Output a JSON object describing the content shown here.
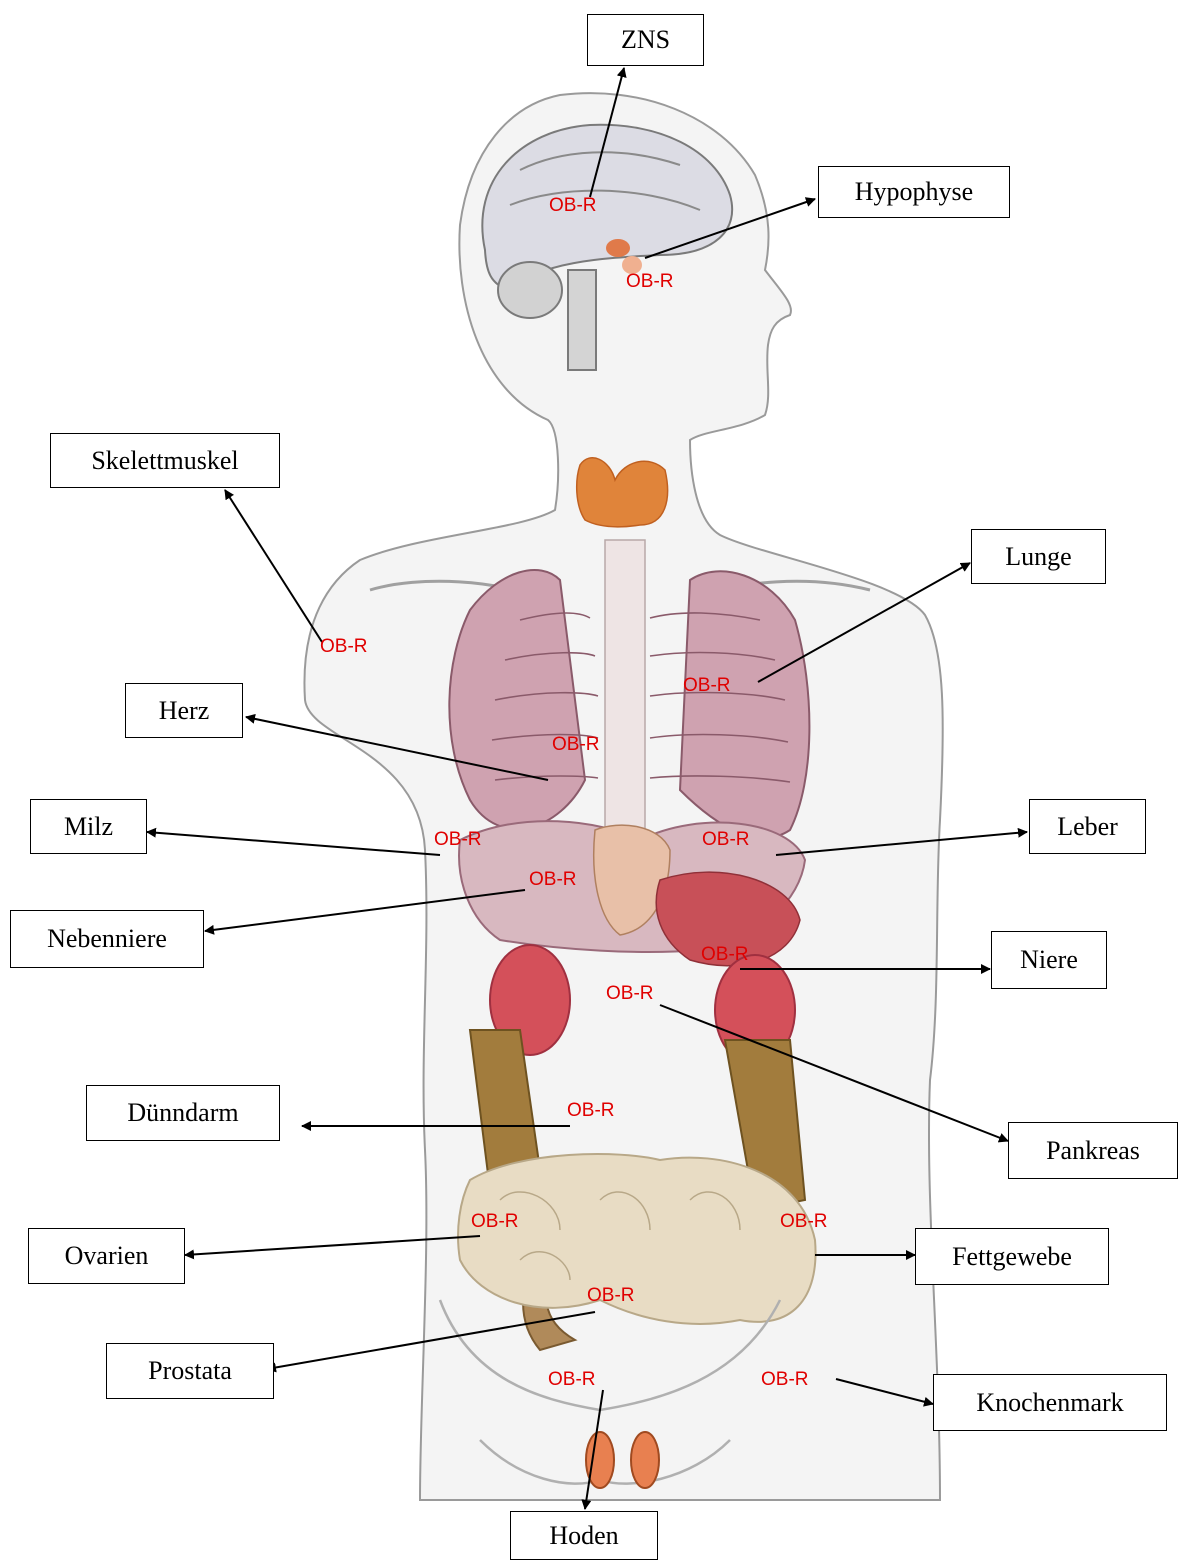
{
  "colors": {
    "receptor_text": "#e00000",
    "outline": "#9a9a9a",
    "lung": "#cfa2b0",
    "kidney": "#d4505a",
    "colon": "#a27c3d",
    "thyroid": "#e0843a",
    "label_border": "#000000"
  },
  "receptor_label": "OB-R",
  "organs": [
    {
      "key": "zns",
      "name": "ZNS"
    },
    {
      "key": "hypophyse",
      "name": "Hypophyse"
    },
    {
      "key": "skelettmuskel",
      "name": "Skelettmuskel"
    },
    {
      "key": "lunge",
      "name": "Lunge"
    },
    {
      "key": "herz",
      "name": "Herz"
    },
    {
      "key": "milz",
      "name": "Milz"
    },
    {
      "key": "leber",
      "name": "Leber"
    },
    {
      "key": "nebenniere",
      "name": "Nebenniere"
    },
    {
      "key": "niere",
      "name": "Niere"
    },
    {
      "key": "duenndarm",
      "name": "Dünndarm"
    },
    {
      "key": "pankreas",
      "name": "Pankreas"
    },
    {
      "key": "ovarien",
      "name": "Ovarien"
    },
    {
      "key": "fettgewebe",
      "name": "Fettgewebe"
    },
    {
      "key": "prostata",
      "name": "Prostata"
    },
    {
      "key": "knochenmark",
      "name": "Knochenmark"
    },
    {
      "key": "hoden",
      "name": "Hoden"
    }
  ]
}
